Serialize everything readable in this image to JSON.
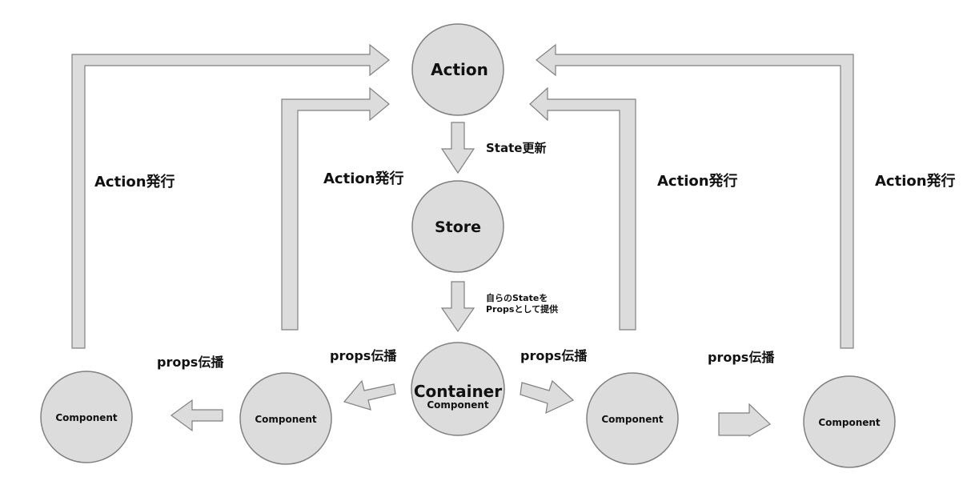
{
  "nodes": {
    "action": "Action",
    "store": "Store",
    "container": {
      "title": "Container",
      "subtitle": "Component"
    },
    "component_far_left": "Component",
    "component_left": "Component",
    "component_right": "Component",
    "component_far_right": "Component"
  },
  "edges": {
    "state_update": "State更新",
    "store_to_container": {
      "line1": "自らのStateを",
      "line2": "Propsとして提供"
    },
    "action_issue_far_left": "Action発行",
    "action_issue_left": "Action発行",
    "action_issue_right": "Action発行",
    "action_issue_far_right": "Action発行",
    "props_propagation_far_left": "props伝播",
    "props_propagation_left": "props伝播",
    "props_propagation_right": "props伝播",
    "props_propagation_far_right": "props伝播"
  }
}
